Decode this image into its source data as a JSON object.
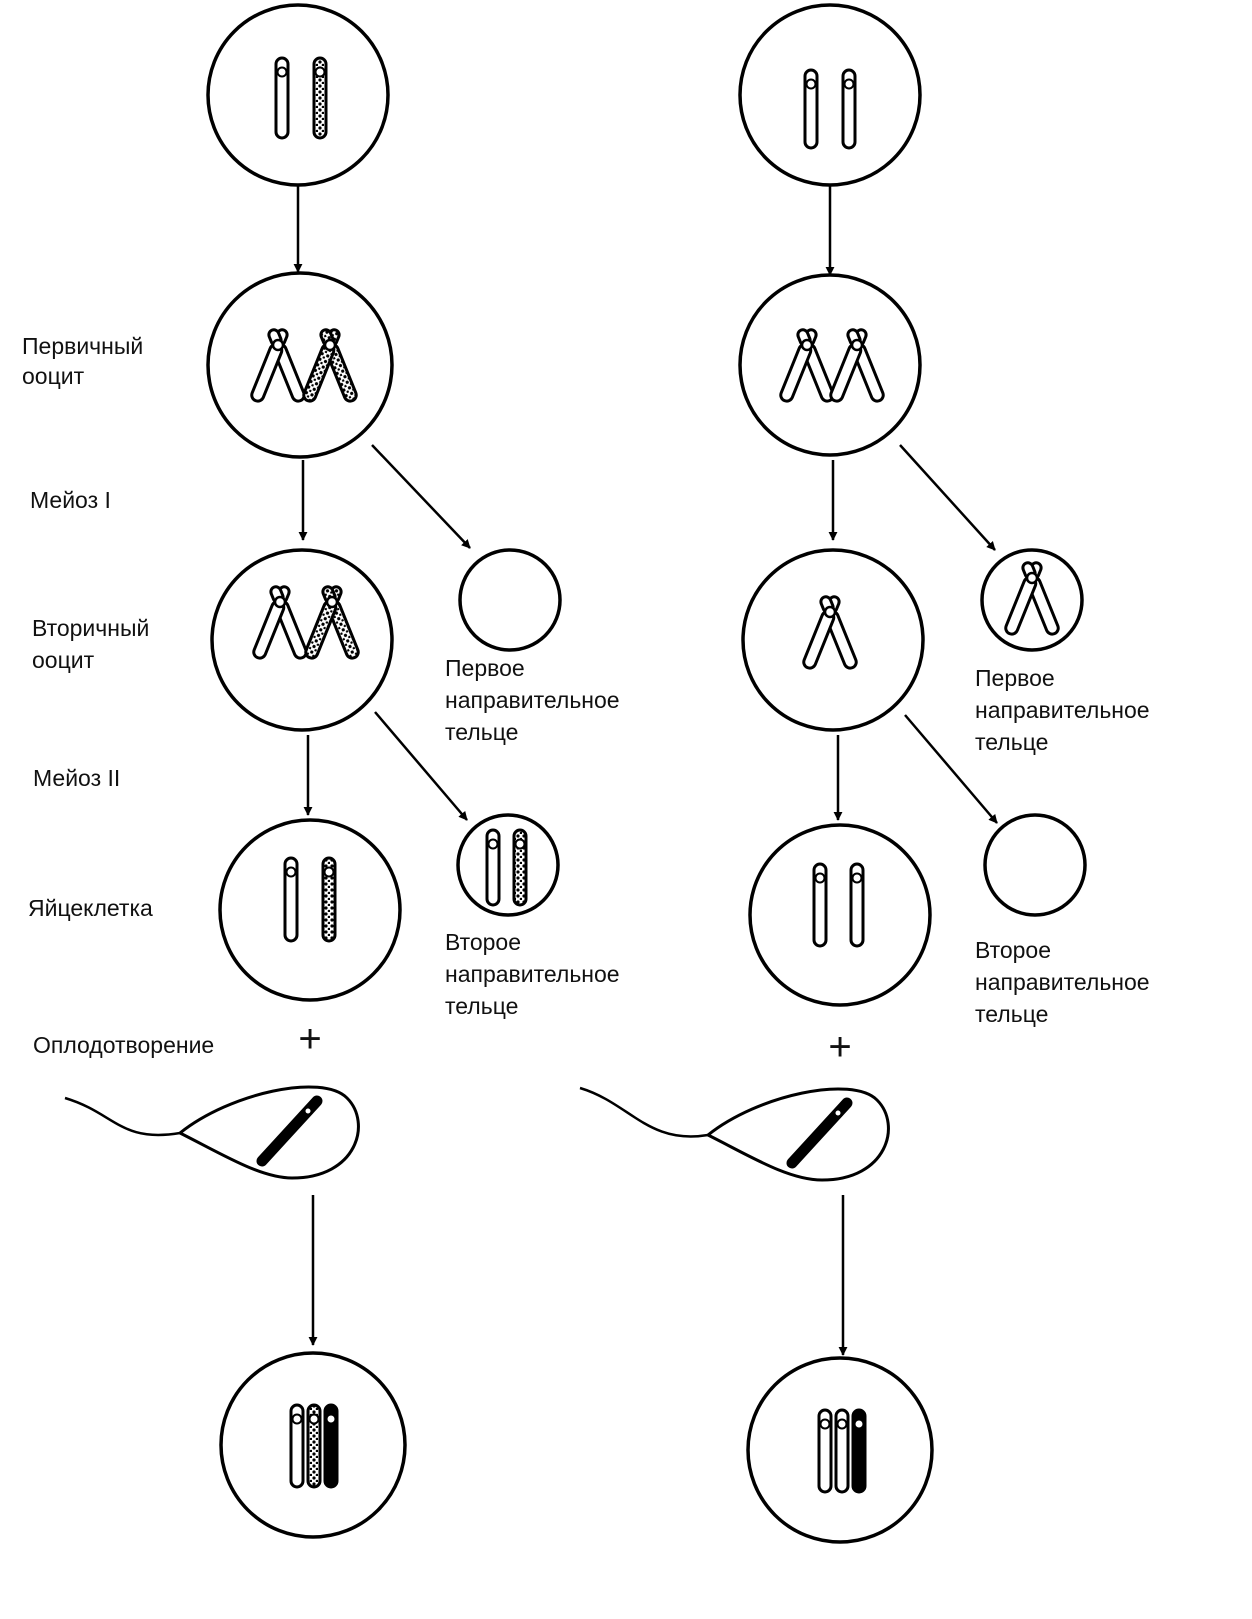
{
  "labels": {
    "primary_oocyte": [
      "Первичный",
      "ооцит"
    ],
    "meiosis_1": "Мейоз I",
    "secondary_oocyte": [
      "Вторичный",
      "ооцит"
    ],
    "meiosis_2": "Мейоз II",
    "egg": "Яйцеклетка",
    "fertilization": "Оплодотворение",
    "plus": "+",
    "first_polar_body_left": [
      "Первое",
      "направительное",
      "тельце"
    ],
    "second_polar_body_left": [
      "Второе",
      "направительное",
      "тельце"
    ],
    "first_polar_body_right": [
      "Первое",
      "направительное",
      "тельце"
    ],
    "second_polar_body_right": [
      "Второе",
      "направительное",
      "тельце"
    ]
  },
  "colors": {
    "line": "#000000",
    "background": "#ffffff"
  }
}
